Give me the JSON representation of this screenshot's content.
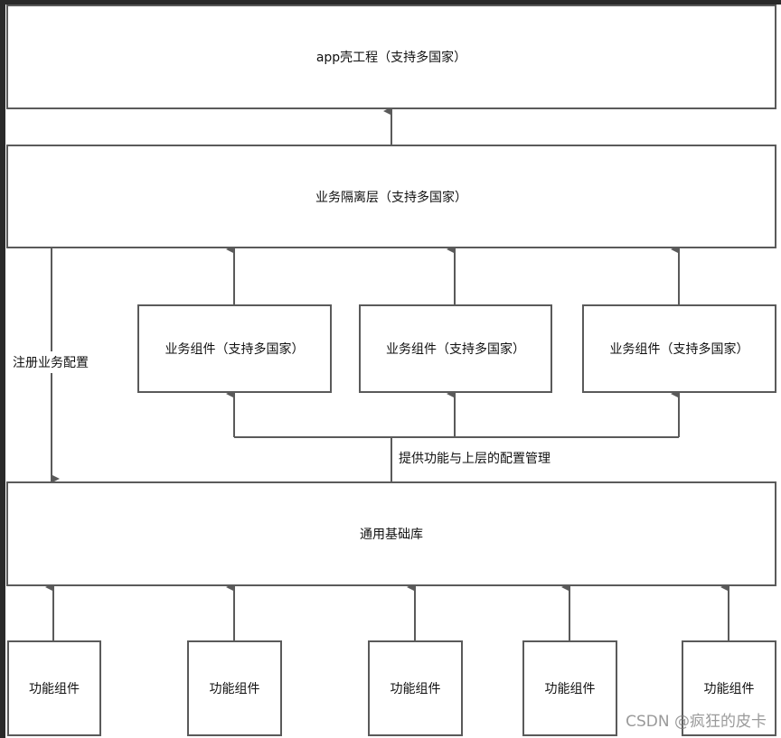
{
  "nodes": {
    "app_shell": "app壳工程（支持多国家）",
    "biz_isolation": "业务隔离层（支持多国家）",
    "biz_components": [
      "业务组件（支持多国家）",
      "业务组件（支持多国家）",
      "业务组件（支持多国家）"
    ],
    "common_base": "通用基础库",
    "function_components": [
      "功能组件",
      "功能组件",
      "功能组件",
      "功能组件",
      "功能组件"
    ]
  },
  "edge_labels": {
    "register": "注册业务配置",
    "provide": "提供功能与上层的配置管理"
  },
  "watermark": "CSDN @疯狂的皮卡",
  "colors": {
    "stroke": "#5a5a5a"
  }
}
